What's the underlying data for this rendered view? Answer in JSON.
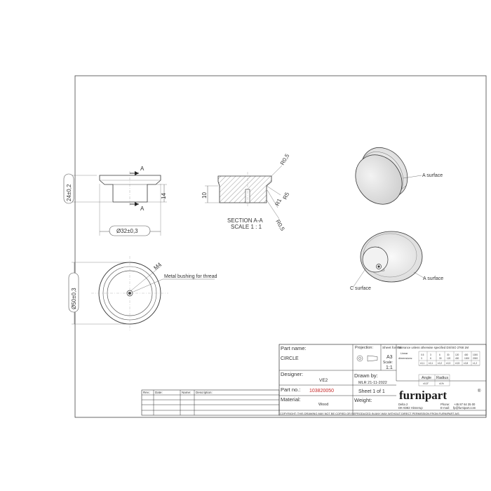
{
  "drawing": {
    "dim_height": "24±0,2",
    "dim_diameter_top": "Ø32±0,3",
    "dim_flange": "14",
    "section_marker": "A",
    "section_title": "SECTION A-A",
    "section_scale": "SCALE 1 : 1",
    "section_height": "10",
    "radius_1": "R0,5",
    "radius_2": "R5",
    "radius_3": "R1",
    "radius_4": "R0,5",
    "dim_diameter_bottom": "Ø50±0,3",
    "thread_label": "M4",
    "bushing_note": "Metal bushing for thread",
    "a_surface_1": "A surface",
    "a_surface_2": "A surface",
    "c_surface": "C surface"
  },
  "revisions": {
    "headers": [
      "Rev.:",
      "Date:",
      "Name:",
      "Description:"
    ]
  },
  "title_block": {
    "part_name_label": "Part name:",
    "part_name_value": "CIRCLE",
    "designer_label": "Designer:",
    "designer_value": "VE2",
    "part_no_label": "Part no.:",
    "part_no_value": "103820050",
    "material_label": "Material:",
    "material_value": "Wood",
    "projection_label": "Projection:",
    "sheet_format_label": "Sheet format:",
    "sheet_format_value": "A3",
    "scale_label": "Scale:",
    "scale_value": "1:1",
    "drawn_by_label": "Drawn by:",
    "drawn_by_value": "MLR 21-11-2022",
    "sheet_value": "Sheet 1 of 1",
    "weight_label": "Weight:",
    "tolerance_note": "Tolerance unless otherwise specified DS/ISO 2768 1M",
    "linear_label": "Linear",
    "dimensions_label": "dimensions:",
    "tol_ranges": [
      "0.5",
      "3",
      "6",
      "30",
      "120",
      "400",
      "1000"
    ],
    "tol_ranges_upper": [
      "3",
      "6",
      "30",
      "120",
      "400",
      "1000",
      "2000"
    ],
    "tol_values": [
      "±0,1",
      "±0,1",
      "±0,2",
      "±0,3",
      "±0,5",
      "±0,8",
      "±1,2"
    ],
    "angle_label": "Angle",
    "radius_label": "Radius",
    "angle_value": "±0,5°",
    "radius_value": "±1%",
    "brand": "furnipart",
    "address_1": "Delta 2",
    "address_2": "DK-8382 Hinnerup",
    "phone_label": "Phone:",
    "phone_value": "+45 87 64 35 00",
    "email_label": "E-mail:",
    "email_value": "fp@furnipart.com",
    "copyright": "COPYRIGHT: THIS DRAWING MAY NOT BE COPIED OR REPRODUCED IN ANY WAY WITHOUT DIRECT PERMISSION FROM FURNIPART A/S"
  }
}
